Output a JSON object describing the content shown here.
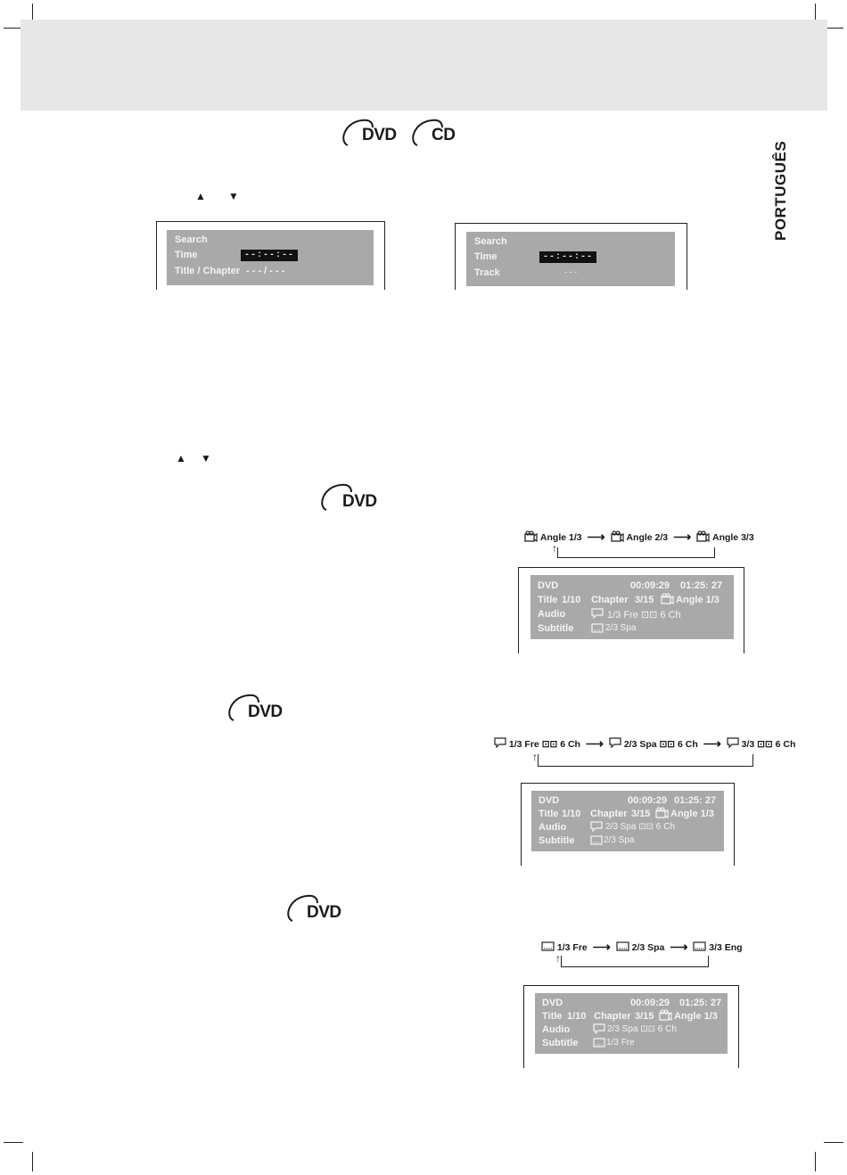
{
  "page": {
    "language_tab": "PORTUGUÊS",
    "header_band_color": "#e7e7e7"
  },
  "section_search": {
    "logos": [
      "DVD",
      "CD"
    ],
    "nav_arrows": [
      "▲",
      "▼"
    ],
    "dvd_osd": {
      "rows": [
        {
          "label": "Search",
          "value": ""
        },
        {
          "label": "Time",
          "value": "--:--:--"
        },
        {
          "label": "Title / Chapter",
          "value": "- - - / - - -"
        }
      ]
    },
    "cd_osd": {
      "rows": [
        {
          "label": "Search",
          "value": ""
        },
        {
          "label": "Time",
          "value": "--:--:--"
        },
        {
          "label": "Track",
          "value": "- - -"
        }
      ]
    }
  },
  "section_nav2": {
    "nav_arrows": [
      "▲",
      "▼"
    ]
  },
  "section_angle": {
    "logo": "DVD",
    "sequence": [
      "Angle 1/3",
      "Angle 2/3",
      "Angle 3/3"
    ],
    "osd": {
      "disc": "DVD",
      "elapsed": "00:09:29",
      "total": "01:25: 27",
      "title_label": "Title",
      "title_value": "1/10",
      "chapter_label": "Chapter",
      "chapter_value": "3/15",
      "angle": "Angle 1/3",
      "audio_label": "Audio",
      "audio_value": "1/3 Fre ⊡⊡ 6 Ch",
      "subtitle_label": "Subtitle",
      "subtitle_value": "2/3 Spa"
    }
  },
  "section_audio": {
    "logo": "DVD",
    "sequence": [
      "1/3 Fre ⊡⊡ 6 Ch",
      "2/3 Spa ⊡⊡ 6 Ch",
      "3/3 ⊡⊡ 6 Ch"
    ],
    "osd": {
      "disc": "DVD",
      "elapsed": "00:09:29",
      "total": "01:25: 27",
      "title_label": "Title",
      "title_value": "1/10",
      "chapter_label": "Chapter",
      "chapter_value": "3/15",
      "angle": "Angle 1/3",
      "audio_label": "Audio",
      "audio_value": "2/3 Spa ⊡⊡ 6 Ch",
      "subtitle_label": "Subtitle",
      "subtitle_value": "2/3 Spa"
    }
  },
  "section_subtitle": {
    "logo": "DVD",
    "sequence": [
      "1/3 Fre",
      "2/3 Spa",
      "3/3 Eng"
    ],
    "osd": {
      "disc": "DVD",
      "elapsed": "00:09:29",
      "total": "01:25: 27",
      "title_label": "Title",
      "title_value": "1/10",
      "chapter_label": "Chapter",
      "chapter_value": "3/15",
      "angle": "Angle 1/3",
      "audio_label": "Audio",
      "audio_value": "2/3 Spa ⊡⊡ 6 Ch",
      "subtitle_label": "Subtitle",
      "subtitle_value": "1/3 Fre"
    }
  }
}
